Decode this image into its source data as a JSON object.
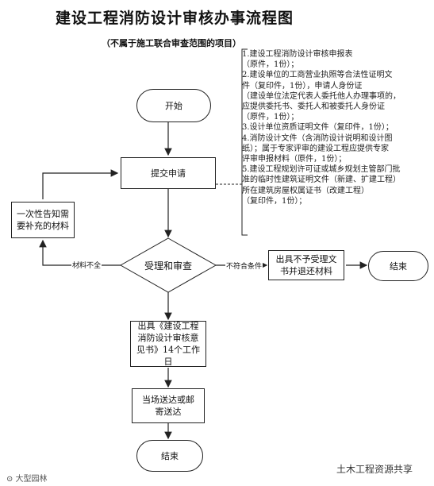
{
  "title": "建设工程消防设计审核办事流程图",
  "subtitle": "（不属于施工联合审查范围的项目）",
  "nodes": {
    "start": "开始",
    "submit": "提交申请",
    "supplement": "一次性告知需要补充的材料",
    "review": "受理和审查",
    "reject": "出具不予受理文书并退还材料",
    "end_reject": "结束",
    "opinion": "出具《建设工程消防设计审核意见书》14个工作日",
    "deliver": "当场送达或邮寄送达",
    "end": "结束"
  },
  "edge_labels": {
    "incomplete": "材料不全",
    "not_qualified": "不符合条件"
  },
  "materials_note": "1.建设工程消防设计审核申报表\n  （原件，1份）；\n2.建设单位的工商营业执照等合法性证明文\n  件（复印件，1份），申请人身份证\n  （建设单位法定代表人委托他人办理事项的，\n  应提供委托书、委托人和被委托人身份证\n  （原件，1份）；\n3.设计单位资质证明文件（复印件，1份）；\n4.消防设计文件（含消防设计说明和设计图\n  纸）；属于专家评审的建设工程应提供专家\n  评审申报材料（原件，1份）；\n5.建设工程规划许可证或城乡规划主管部门批\n  准的临时性建筑证明文件（新建、扩建工程）\n  所在建筑房屋权属证书（改建工程）\n  （复印件，1份）；",
  "watermarks": {
    "left": "⊙ 大型园林",
    "right": "土木工程资源共享"
  }
}
